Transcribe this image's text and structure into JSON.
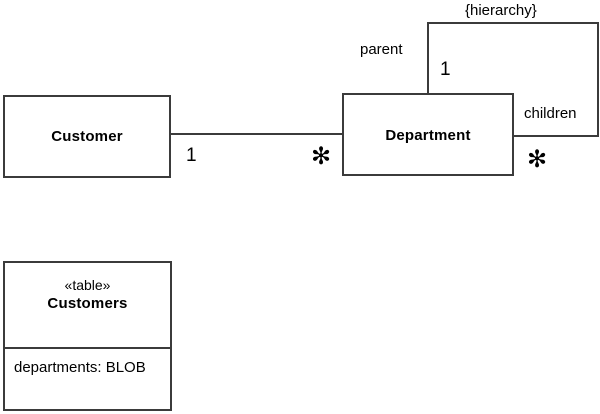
{
  "diagram": {
    "type": "uml-class-diagram",
    "title": "",
    "background_color": "#ffffff",
    "stroke_color": "#3b3b3b",
    "text_color": "#000000"
  },
  "classes": [
    {
      "id": "customer",
      "name": "Customer",
      "stereotype": "",
      "compartments": []
    },
    {
      "id": "department",
      "name": "Department",
      "stereotype": "",
      "compartments": []
    },
    {
      "id": "customers-table",
      "name": "Customers",
      "stereotype": "«table»",
      "compartments": [
        {
          "attribute": "departments: BLOB"
        }
      ]
    }
  ],
  "associations": [
    {
      "id": "customer-department",
      "source": "customer",
      "target": "department",
      "source_multiplicity": "1",
      "target_multiplicity": "✻",
      "source_role": "",
      "target_role": ""
    },
    {
      "id": "department-hierarchy",
      "source": "department",
      "target": "department",
      "constraint": "{hierarchy}",
      "source_role": "parent",
      "source_multiplicity": "1",
      "target_role": "children",
      "target_multiplicity": "✻"
    }
  ]
}
